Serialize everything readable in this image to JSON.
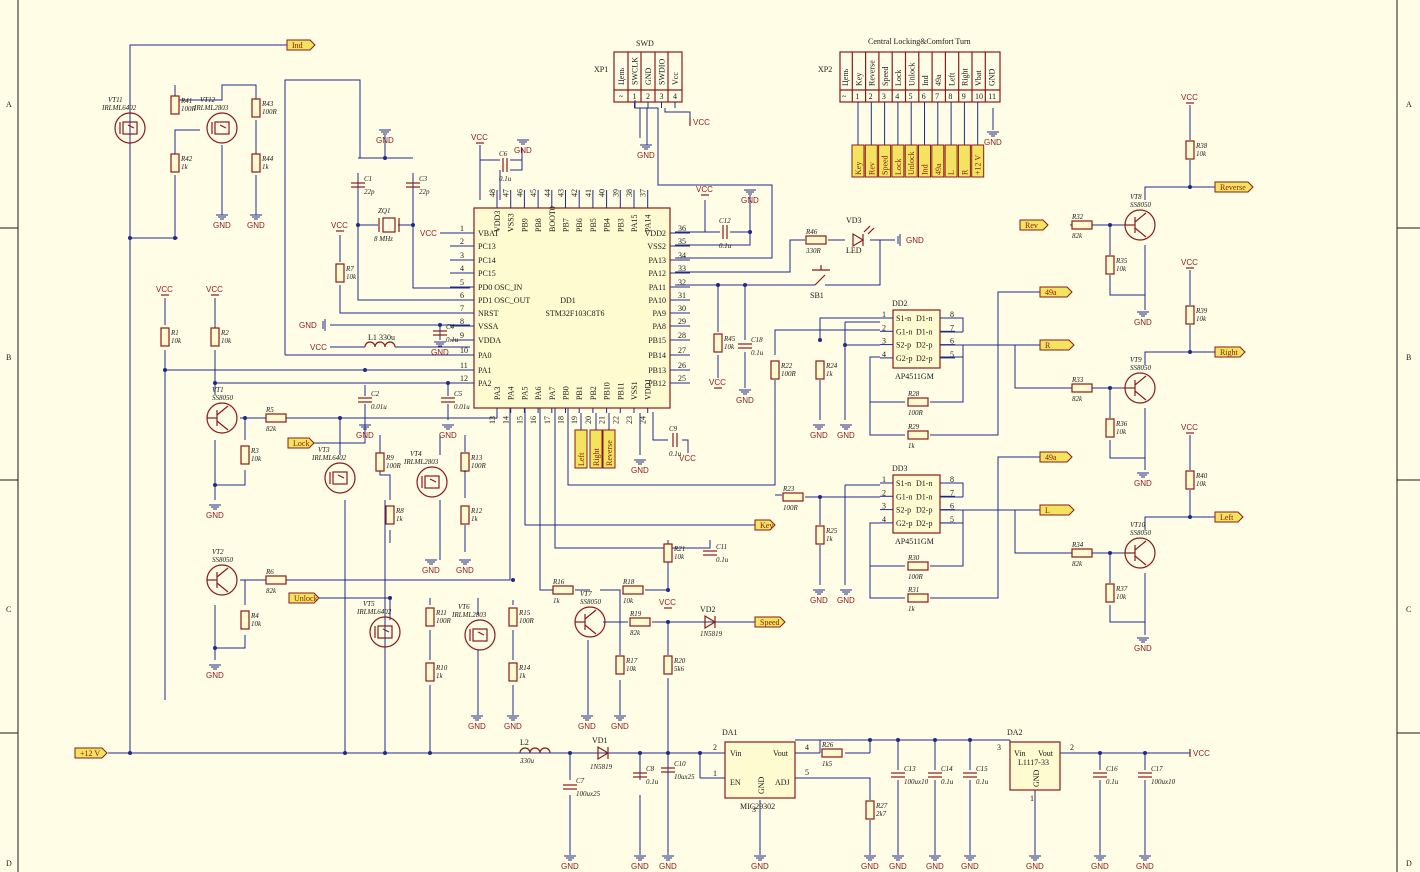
{
  "frame": {
    "rows": [
      "A",
      "B",
      "C",
      "D"
    ]
  },
  "mcu": {
    "ref": "DD1",
    "part": "STM32F103C8T6",
    "left_pins": [
      "VBAT",
      "PC13",
      "PC14",
      "PC15",
      "PD0 OSC_IN",
      "PD1 OSC_OUT",
      "NRST",
      "VSSA",
      "VDDA",
      "PA0",
      "PA1",
      "PA2"
    ],
    "left_nums": [
      "1",
      "2",
      "3",
      "4",
      "5",
      "6",
      "7",
      "8",
      "9",
      "10",
      "11",
      "12"
    ],
    "right_pins": [
      "VDD2",
      "VSS2",
      "PA13",
      "PA12",
      "PA11",
      "PA10",
      "PA9",
      "PA8",
      "PB15",
      "PB14",
      "PB13",
      "PB12"
    ],
    "right_nums": [
      "36",
      "35",
      "34",
      "33",
      "32",
      "31",
      "30",
      "29",
      "28",
      "27",
      "26",
      "25"
    ],
    "top_pins": [
      "VDD3",
      "VSS3",
      "PB9",
      "PB8",
      "BOOT0",
      "PB7",
      "PB6",
      "PB5",
      "PB4",
      "PB3",
      "PA15",
      "PA14"
    ],
    "top_nums": [
      "48",
      "47",
      "46",
      "45",
      "44",
      "43",
      "42",
      "41",
      "40",
      "39",
      "38",
      "37"
    ],
    "bottom_pins": [
      "PA3",
      "PA4",
      "PA5",
      "PA6",
      "PA7",
      "PB0",
      "PB1",
      "PB2",
      "PB10",
      "PB11",
      "VSS1",
      "VDD1"
    ],
    "bottom_nums": [
      "13",
      "14",
      "15",
      "16",
      "17",
      "18",
      "19",
      "20",
      "21",
      "22",
      "23",
      "24"
    ]
  },
  "connectors": {
    "xp1": {
      "ref": "XP1",
      "title": "SWD",
      "pins": [
        "Цепь",
        "SWCLK",
        "GND",
        "SWDIO",
        "Vcc"
      ],
      "nums": [
        "~",
        "1",
        "2",
        "3",
        "4"
      ]
    },
    "xp2": {
      "ref": "XP2",
      "title": "Central Locking&Comfort Turn",
      "pins": [
        "Цепь",
        "Key",
        "Reverse",
        "Speed",
        "Lock",
        "Unlock",
        "Ind",
        "49a",
        "Left",
        "Right",
        "Vbat",
        "GND"
      ],
      "nums": [
        "~",
        "1",
        "2",
        "3",
        "4",
        "5",
        "6",
        "7",
        "8",
        "9",
        "10",
        "11"
      ],
      "tags": [
        "Key",
        "Rev",
        "Speed",
        "Lock",
        "Unlock",
        "Ind",
        "49a",
        "L",
        "R",
        "+12 V"
      ]
    }
  },
  "drivers": {
    "dd2": {
      "ref": "DD2",
      "part": "AP4511GM",
      "left": [
        "S1-n",
        "G1-n",
        "S2-p",
        "G2-p"
      ],
      "right": [
        "D1-n",
        "D1-n",
        "D2-p",
        "D2-p"
      ],
      "lnums": [
        "1",
        "2",
        "3",
        "4"
      ],
      "rnums": [
        "8",
        "7",
        "6",
        "5"
      ]
    },
    "dd3": {
      "ref": "DD3",
      "part": "AP4511GM",
      "left": [
        "S1-n",
        "G1-n",
        "S2-p",
        "G2-p"
      ],
      "right": [
        "D1-n",
        "D1-n",
        "D2-p",
        "D2-p"
      ],
      "lnums": [
        "1",
        "2",
        "3",
        "4"
      ],
      "rnums": [
        "8",
        "7",
        "6",
        "5"
      ]
    }
  },
  "regulators": {
    "da1": {
      "ref": "DA1",
      "part": "MIC29302",
      "pins": [
        "Vin",
        "Vout",
        "EN",
        "ADJ",
        "GND"
      ],
      "nums": [
        "2",
        "4",
        "1",
        "5",
        "3"
      ]
    },
    "da2": {
      "ref": "DA2",
      "part": "L1117-33",
      "pins": [
        "Vin",
        "Vout",
        "GND"
      ],
      "nums": [
        "3",
        "2",
        "1"
      ]
    }
  },
  "resistors": [
    {
      "id": "r41",
      "ref": "R41",
      "val": "100R"
    },
    {
      "id": "r42",
      "ref": "R42",
      "val": "1k"
    },
    {
      "id": "r43",
      "ref": "R43",
      "val": "100R"
    },
    {
      "id": "r44",
      "ref": "R44",
      "val": "1k"
    },
    {
      "id": "r7",
      "ref": "R7",
      "val": "10k"
    },
    {
      "id": "r1",
      "ref": "R1",
      "val": "10k"
    },
    {
      "id": "r2",
      "ref": "R2",
      "val": "10k"
    },
    {
      "id": "r5",
      "ref": "R5",
      "val": "82k"
    },
    {
      "id": "r3",
      "ref": "R3",
      "val": "10k"
    },
    {
      "id": "r9",
      "ref": "R9",
      "val": "100R"
    },
    {
      "id": "r8",
      "ref": "R8",
      "val": "1k"
    },
    {
      "id": "r13",
      "ref": "R13",
      "val": "100R"
    },
    {
      "id": "r12",
      "ref": "R12",
      "val": "1k"
    },
    {
      "id": "r6",
      "ref": "R6",
      "val": "82k"
    },
    {
      "id": "r4",
      "ref": "R4",
      "val": "10k"
    },
    {
      "id": "r11",
      "ref": "R11",
      "val": "100R"
    },
    {
      "id": "r10",
      "ref": "R10",
      "val": "1k"
    },
    {
      "id": "r15",
      "ref": "R15",
      "val": "100R"
    },
    {
      "id": "r14",
      "ref": "R14",
      "val": "1k"
    },
    {
      "id": "r16",
      "ref": "R16",
      "val": "1k"
    },
    {
      "id": "r18",
      "ref": "R18",
      "val": "10k"
    },
    {
      "id": "r19",
      "ref": "R19",
      "val": "82k"
    },
    {
      "id": "r17",
      "ref": "R17",
      "val": "10k"
    },
    {
      "id": "r20",
      "ref": "R20",
      "val": "5k6"
    },
    {
      "id": "r21",
      "ref": "R21",
      "val": "10k"
    },
    {
      "id": "r45",
      "ref": "R45",
      "val": "10k"
    },
    {
      "id": "r46",
      "ref": "R46",
      "val": "330R"
    },
    {
      "id": "r22",
      "ref": "R22",
      "val": "100R"
    },
    {
      "id": "r24",
      "ref": "R24",
      "val": "1k"
    },
    {
      "id": "r28",
      "ref": "R28",
      "val": "100R"
    },
    {
      "id": "r29",
      "ref": "R29",
      "val": "1k"
    },
    {
      "id": "r23",
      "ref": "R23",
      "val": "100R"
    },
    {
      "id": "r25",
      "ref": "R25",
      "val": "1k"
    },
    {
      "id": "r30",
      "ref": "R30",
      "val": "100R"
    },
    {
      "id": "r31",
      "ref": "R31",
      "val": "1k"
    },
    {
      "id": "r26",
      "ref": "R26",
      "val": "1k5"
    },
    {
      "id": "r27",
      "ref": "R27",
      "val": "2k7"
    },
    {
      "id": "r32",
      "ref": "R32",
      "val": "82k"
    },
    {
      "id": "r35",
      "ref": "R35",
      "val": "10k"
    },
    {
      "id": "r38",
      "ref": "R38",
      "val": "10k"
    },
    {
      "id": "r33",
      "ref": "R33",
      "val": "82k"
    },
    {
      "id": "r36",
      "ref": "R36",
      "val": "10k"
    },
    {
      "id": "r39",
      "ref": "R39",
      "val": "10k"
    },
    {
      "id": "r34",
      "ref": "R34",
      "val": "82k"
    },
    {
      "id": "r37",
      "ref": "R37",
      "val": "10k"
    },
    {
      "id": "r40",
      "ref": "R40",
      "val": "10k"
    }
  ],
  "capacitors": [
    {
      "id": "c1",
      "ref": "C1",
      "val": "22p"
    },
    {
      "id": "c3",
      "ref": "C3",
      "val": "22p"
    },
    {
      "id": "c6",
      "ref": "C6",
      "val": "0.1u"
    },
    {
      "id": "c4",
      "ref": "C4",
      "val": "0.1u"
    },
    {
      "id": "c2",
      "ref": "C2",
      "val": "0.01u"
    },
    {
      "id": "c5",
      "ref": "C5",
      "val": "0.01u"
    },
    {
      "id": "c12",
      "ref": "C12",
      "val": "0.1u"
    },
    {
      "id": "c18",
      "ref": "C18",
      "val": "0.1u"
    },
    {
      "id": "c9",
      "ref": "C9",
      "val": "0.1u"
    },
    {
      "id": "c11",
      "ref": "C11",
      "val": "0.1u"
    },
    {
      "id": "c7",
      "ref": "C7",
      "val": "100ux25"
    },
    {
      "id": "c8",
      "ref": "C8",
      "val": "0.1u"
    },
    {
      "id": "c10",
      "ref": "C10",
      "val": "10ux25"
    },
    {
      "id": "c13",
      "ref": "C13",
      "val": "100ux10"
    },
    {
      "id": "c14",
      "ref": "C14",
      "val": "0.1u"
    },
    {
      "id": "c15",
      "ref": "C15",
      "val": "0.1u"
    },
    {
      "id": "c16",
      "ref": "C16",
      "val": "0.1u"
    },
    {
      "id": "c17",
      "ref": "C17",
      "val": "100ux10"
    }
  ],
  "transistors": [
    {
      "id": "vt11",
      "ref": "VT11",
      "part": "IRLML6402"
    },
    {
      "id": "vt12",
      "ref": "VT12",
      "part": "IRLML2803"
    },
    {
      "id": "vt1",
      "ref": "VT1",
      "part": "SS8050"
    },
    {
      "id": "vt2",
      "ref": "VT2",
      "part": "SS8050"
    },
    {
      "id": "vt3",
      "ref": "VT3",
      "part": "IRLML6402"
    },
    {
      "id": "vt4",
      "ref": "VT4",
      "part": "IRLML2803"
    },
    {
      "id": "vt5",
      "ref": "VT5",
      "part": "IRLML6402"
    },
    {
      "id": "vt6",
      "ref": "VT6",
      "part": "IRLML2803"
    },
    {
      "id": "vt7",
      "ref": "VT7",
      "part": "SS8050"
    },
    {
      "id": "vt8",
      "ref": "VT8",
      "part": "SS8050"
    },
    {
      "id": "vt9",
      "ref": "VT9",
      "part": "SS8050"
    },
    {
      "id": "vt10",
      "ref": "VT10",
      "part": "SS8050"
    }
  ],
  "misc": {
    "zq1": {
      "ref": "ZQ1",
      "val": "8 MHz"
    },
    "l1": {
      "ref": "L1",
      "val": "330u"
    },
    "l2": {
      "ref": "L2",
      "val": "330u"
    },
    "vd1": {
      "ref": "VD1",
      "val": "1N5819"
    },
    "vd2": {
      "ref": "VD2",
      "val": "1N5819"
    },
    "vd3": {
      "ref": "VD3",
      "val": "LED"
    },
    "sb1": {
      "ref": "SB1"
    }
  },
  "nets": {
    "vcc": "VCC",
    "gnd": "GND",
    "plus12": "+12 V",
    "ind": "Ind",
    "lock": "Lock",
    "unlock": "Unlock",
    "key": "Key",
    "speed": "Speed",
    "reverse": "Reverse",
    "right": "Right",
    "left": "Left",
    "rev": "Rev",
    "n49a": "49a",
    "r": "R",
    "l": "L",
    "pin_left": "Left",
    "pin_right": "Right",
    "pin_reverse": "Reverse"
  }
}
